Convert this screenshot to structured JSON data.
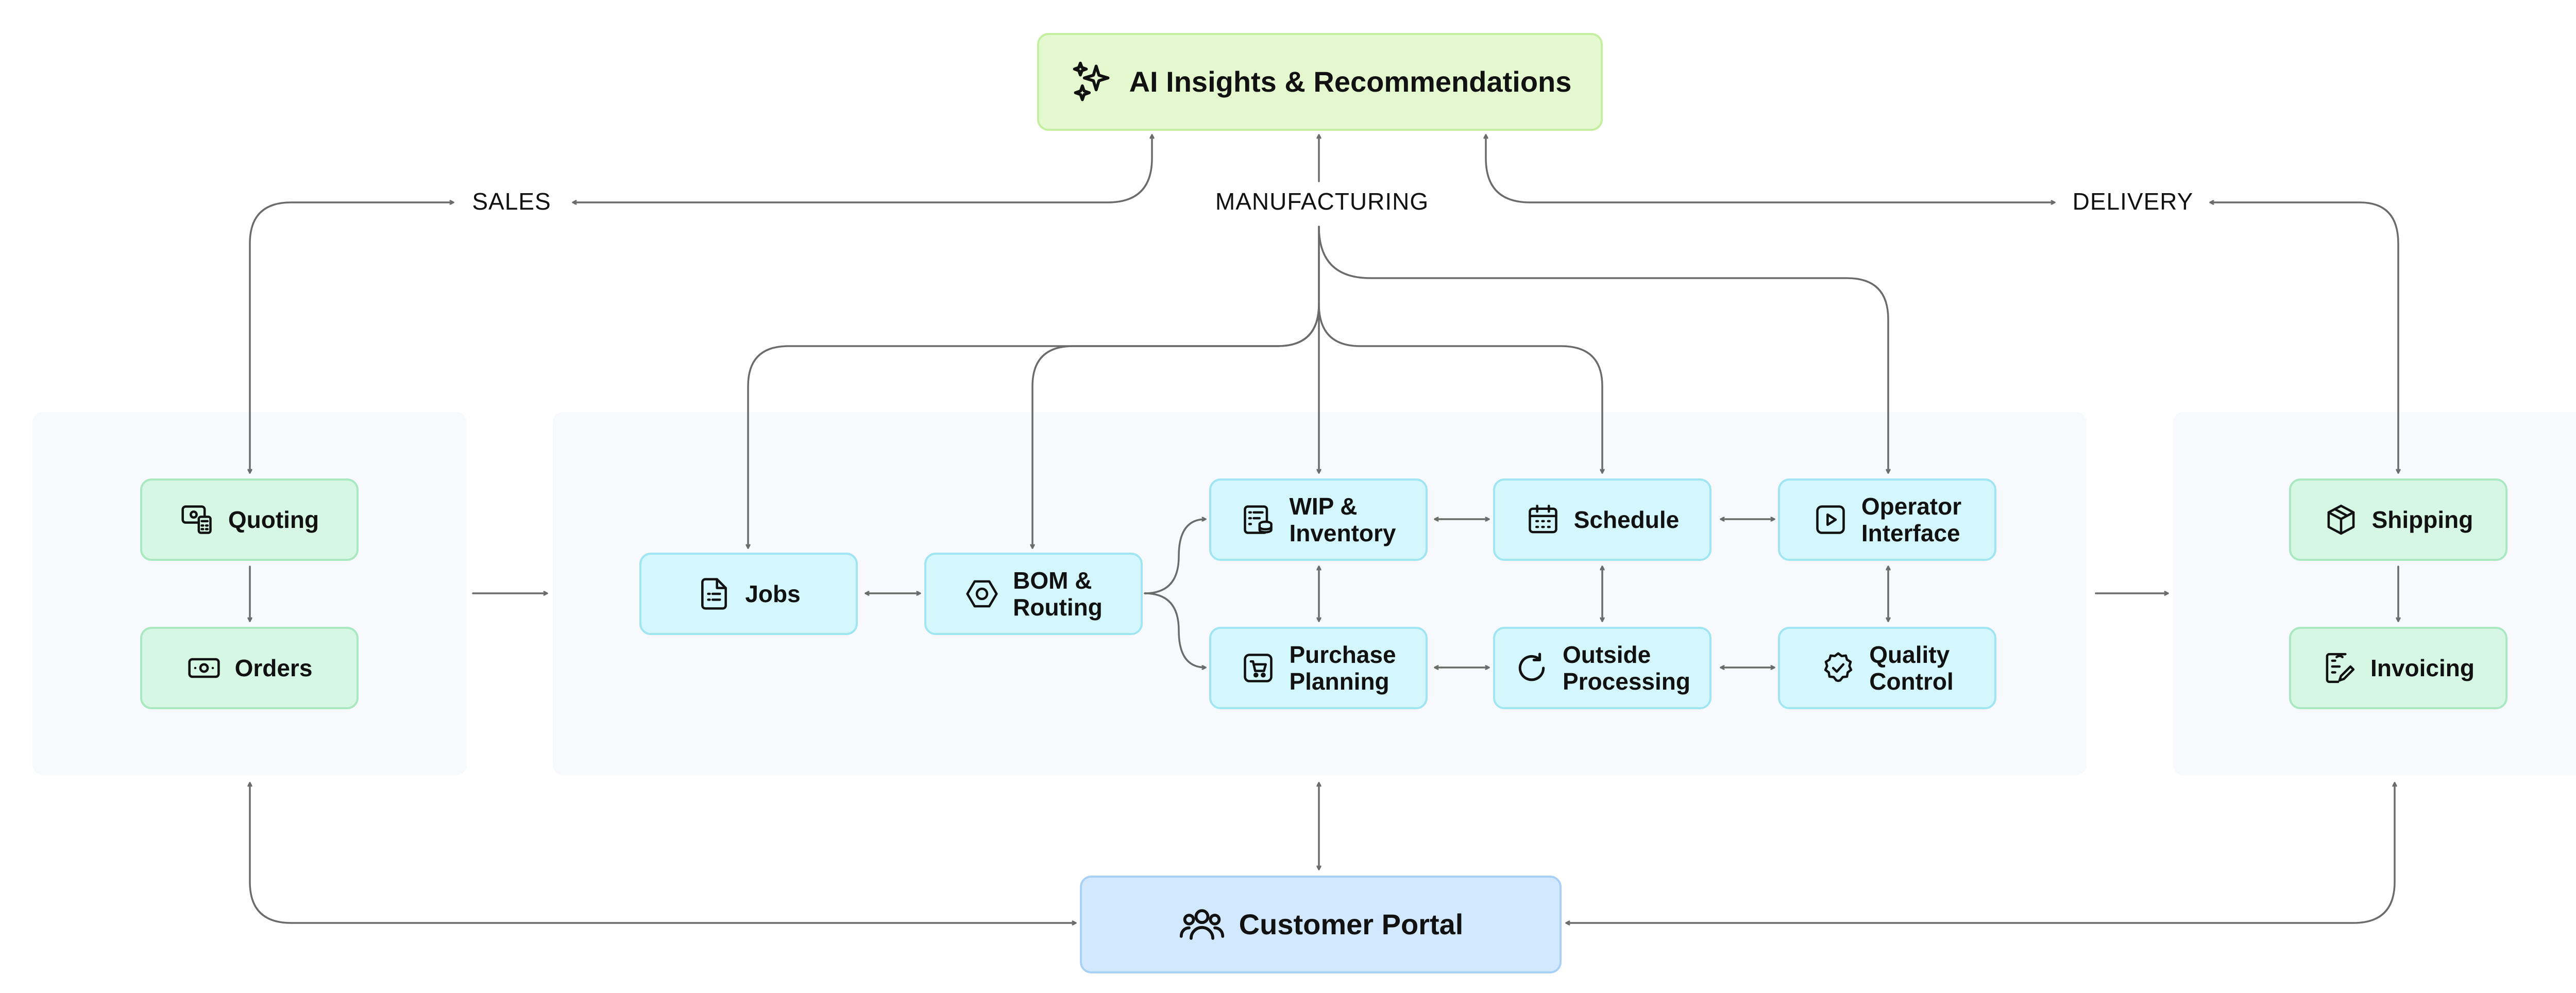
{
  "sections": {
    "sales": "SALES",
    "manufacturing": "MANUFACTURING",
    "delivery": "DELIVERY"
  },
  "nodes": {
    "ai_insights": {
      "label": "AI Insights & Recommendations",
      "icon": "sparkles-icon"
    },
    "quoting": {
      "label": "Quoting",
      "icon": "quote-calculator-icon"
    },
    "orders": {
      "label": "Orders",
      "icon": "banknote-icon"
    },
    "jobs": {
      "label": "Jobs",
      "icon": "document-list-icon"
    },
    "bom_routing": {
      "label": "BOM &\nRouting",
      "icon": "hexagon-nut-icon"
    },
    "wip_inventory": {
      "label": "WIP &\nInventory",
      "icon": "list-database-icon"
    },
    "schedule": {
      "label": "Schedule",
      "icon": "calendar-icon"
    },
    "operator_interface": {
      "label": "Operator\nInterface",
      "icon": "play-square-icon"
    },
    "purchase_planning": {
      "label": "Purchase\nPlanning",
      "icon": "shopping-cart-icon"
    },
    "outside_processing": {
      "label": "Outside\nProcessing",
      "icon": "rotate-cw-icon"
    },
    "quality_control": {
      "label": "Quality\nControl",
      "icon": "badge-check-icon"
    },
    "shipping": {
      "label": "Shipping",
      "icon": "package-icon"
    },
    "invoicing": {
      "label": "Invoicing",
      "icon": "invoice-icon"
    },
    "customer_portal": {
      "label": "Customer Portal",
      "icon": "users-icon"
    }
  },
  "colors": {
    "sales_node": "#d6f7e4",
    "manufacturing_node": "#d4f6fd",
    "ai_node": "#e4f9cf",
    "portal_node": "#d2e8fc",
    "panel": "#f8f9fc",
    "connector": "#6b6b6b"
  }
}
